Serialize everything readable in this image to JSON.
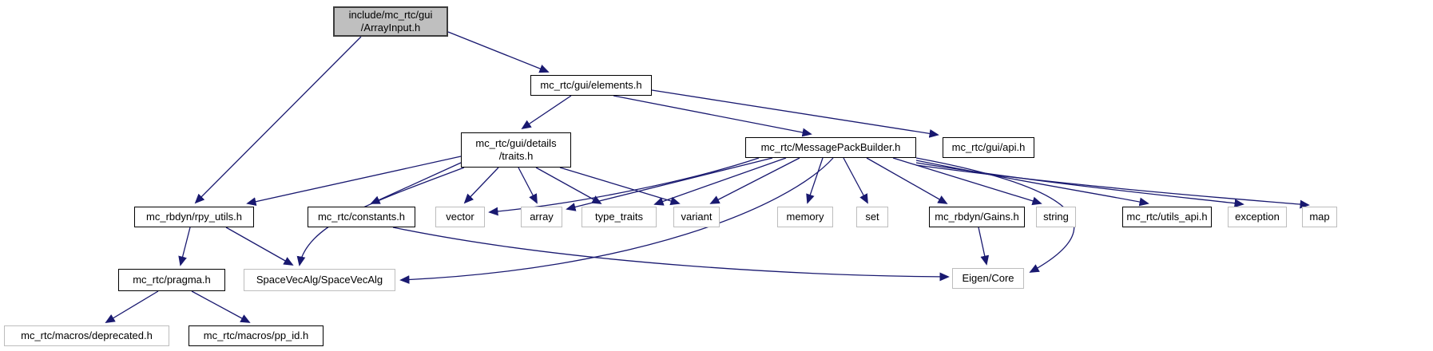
{
  "diagram": {
    "kind": "include-dependency-graph",
    "root_file": "include/mc_rtc/gui/ArrayInput.h",
    "background_color": "#ffffff",
    "edge_color": "#191970",
    "root_fill_color": "#bfbfbf",
    "internal_border_color": "#000000",
    "external_border_color": "#bdbdbd"
  },
  "nodes": {
    "arrayinput": {
      "label": "include/mc_rtc/gui\n/ArrayInput.h"
    },
    "elements": {
      "label": "mc_rtc/gui/elements.h"
    },
    "traits": {
      "label": "mc_rtc/gui/details\n/traits.h"
    },
    "msgpack": {
      "label": "mc_rtc/MessagePackBuilder.h"
    },
    "api": {
      "label": "mc_rtc/gui/api.h"
    },
    "rpy": {
      "label": "mc_rbdyn/rpy_utils.h"
    },
    "constants": {
      "label": "mc_rtc/constants.h"
    },
    "vector": {
      "label": "vector"
    },
    "array": {
      "label": "array"
    },
    "typetraits": {
      "label": "type_traits"
    },
    "variant": {
      "label": "variant"
    },
    "memory": {
      "label": "memory"
    },
    "set": {
      "label": "set"
    },
    "gains": {
      "label": "mc_rbdyn/Gains.h"
    },
    "string": {
      "label": "string"
    },
    "utilsapi": {
      "label": "mc_rtc/utils_api.h"
    },
    "exception": {
      "label": "exception"
    },
    "map": {
      "label": "map"
    },
    "pragma": {
      "label": "mc_rtc/pragma.h"
    },
    "sva": {
      "label": "SpaceVecAlg/SpaceVecAlg"
    },
    "eigen": {
      "label": "Eigen/Core"
    },
    "deprecated": {
      "label": "mc_rtc/macros/deprecated.h"
    },
    "ppid": {
      "label": "mc_rtc/macros/pp_id.h"
    }
  },
  "edges": [
    {
      "from": "include/mc_rtc/gui/ArrayInput.h",
      "to": "mc_rbdyn/rpy_utils.h"
    },
    {
      "from": "include/mc_rtc/gui/ArrayInput.h",
      "to": "mc_rtc/gui/elements.h"
    },
    {
      "from": "mc_rtc/gui/elements.h",
      "to": "mc_rtc/gui/details/traits.h"
    },
    {
      "from": "mc_rtc/gui/elements.h",
      "to": "mc_rtc/MessagePackBuilder.h"
    },
    {
      "from": "mc_rtc/gui/elements.h",
      "to": "mc_rtc/gui/api.h"
    },
    {
      "from": "mc_rtc/gui/details/traits.h",
      "to": "mc_rbdyn/rpy_utils.h"
    },
    {
      "from": "mc_rtc/gui/details/traits.h",
      "to": "mc_rtc/constants.h"
    },
    {
      "from": "mc_rtc/gui/details/traits.h",
      "to": "SpaceVecAlg/SpaceVecAlg"
    },
    {
      "from": "mc_rtc/gui/details/traits.h",
      "to": "vector"
    },
    {
      "from": "mc_rtc/gui/details/traits.h",
      "to": "array"
    },
    {
      "from": "mc_rtc/gui/details/traits.h",
      "to": "type_traits"
    },
    {
      "from": "mc_rtc/gui/details/traits.h",
      "to": "variant"
    },
    {
      "from": "mc_rtc/MessagePackBuilder.h",
      "to": "vector"
    },
    {
      "from": "mc_rtc/MessagePackBuilder.h",
      "to": "array"
    },
    {
      "from": "mc_rtc/MessagePackBuilder.h",
      "to": "type_traits"
    },
    {
      "from": "mc_rtc/MessagePackBuilder.h",
      "to": "variant"
    },
    {
      "from": "mc_rtc/MessagePackBuilder.h",
      "to": "memory"
    },
    {
      "from": "mc_rtc/MessagePackBuilder.h",
      "to": "set"
    },
    {
      "from": "mc_rtc/MessagePackBuilder.h",
      "to": "mc_rbdyn/Gains.h"
    },
    {
      "from": "mc_rtc/MessagePackBuilder.h",
      "to": "string"
    },
    {
      "from": "mc_rtc/MessagePackBuilder.h",
      "to": "mc_rtc/utils_api.h"
    },
    {
      "from": "mc_rtc/MessagePackBuilder.h",
      "to": "exception"
    },
    {
      "from": "mc_rtc/MessagePackBuilder.h",
      "to": "map"
    },
    {
      "from": "mc_rtc/MessagePackBuilder.h",
      "to": "Eigen/Core"
    },
    {
      "from": "mc_rtc/MessagePackBuilder.h",
      "to": "SpaceVecAlg/SpaceVecAlg"
    },
    {
      "from": "mc_rbdyn/rpy_utils.h",
      "to": "mc_rtc/pragma.h"
    },
    {
      "from": "mc_rbdyn/rpy_utils.h",
      "to": "SpaceVecAlg/SpaceVecAlg"
    },
    {
      "from": "mc_rtc/constants.h",
      "to": "Eigen/Core"
    },
    {
      "from": "mc_rbdyn/Gains.h",
      "to": "Eigen/Core"
    },
    {
      "from": "mc_rtc/pragma.h",
      "to": "mc_rtc/macros/deprecated.h"
    },
    {
      "from": "mc_rtc/pragma.h",
      "to": "mc_rtc/macros/pp_id.h"
    }
  ]
}
